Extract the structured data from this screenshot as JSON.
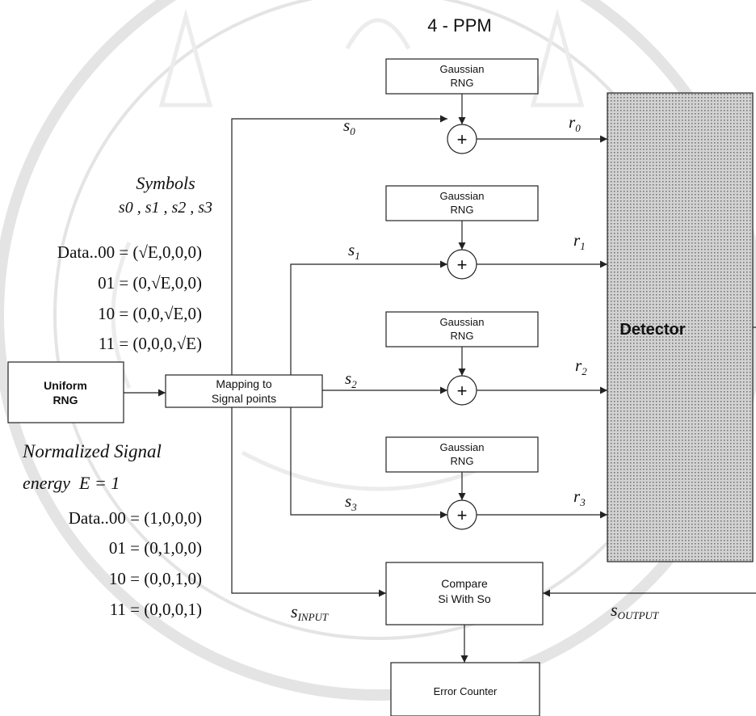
{
  "title": "4 - PPM",
  "blocks": {
    "gaussian_line1": "Gaussian",
    "gaussian_line2": "RNG",
    "uniform_line1": "Uniform",
    "uniform_line2": "RNG",
    "mapping_line1": "Mapping to",
    "mapping_line2": "Signal points",
    "detector": "Detector",
    "compare_line1": "Compare",
    "compare_line2": "Si With So",
    "error_counter": "Error Counter",
    "adder_symbol": "+"
  },
  "signals": {
    "s_var": "s",
    "r_var": "r",
    "indices": [
      "0",
      "1",
      "2",
      "3"
    ],
    "input_sub": "INPUT",
    "output_sub": "OUTPUT"
  },
  "symbols_panel": {
    "heading": "Symbols",
    "symbol_list": "s0 , s1 , s2 , s3",
    "rows": [
      "Data..00 = (√E,0,0,0)",
      "01 = (0,√E,0,0)",
      "10 = (0,0,√E,0)",
      "11 = (0,0,0,√E)"
    ]
  },
  "normalized_panel": {
    "heading_line1": "Normalized Signal",
    "heading_line2": "energy  E = 1",
    "rows": [
      "Data..00 = (1,0,0,0)",
      "01 = (0,1,0,0)",
      "10 = (0,0,1,0)",
      "11 = (0,0,0,1)"
    ]
  }
}
